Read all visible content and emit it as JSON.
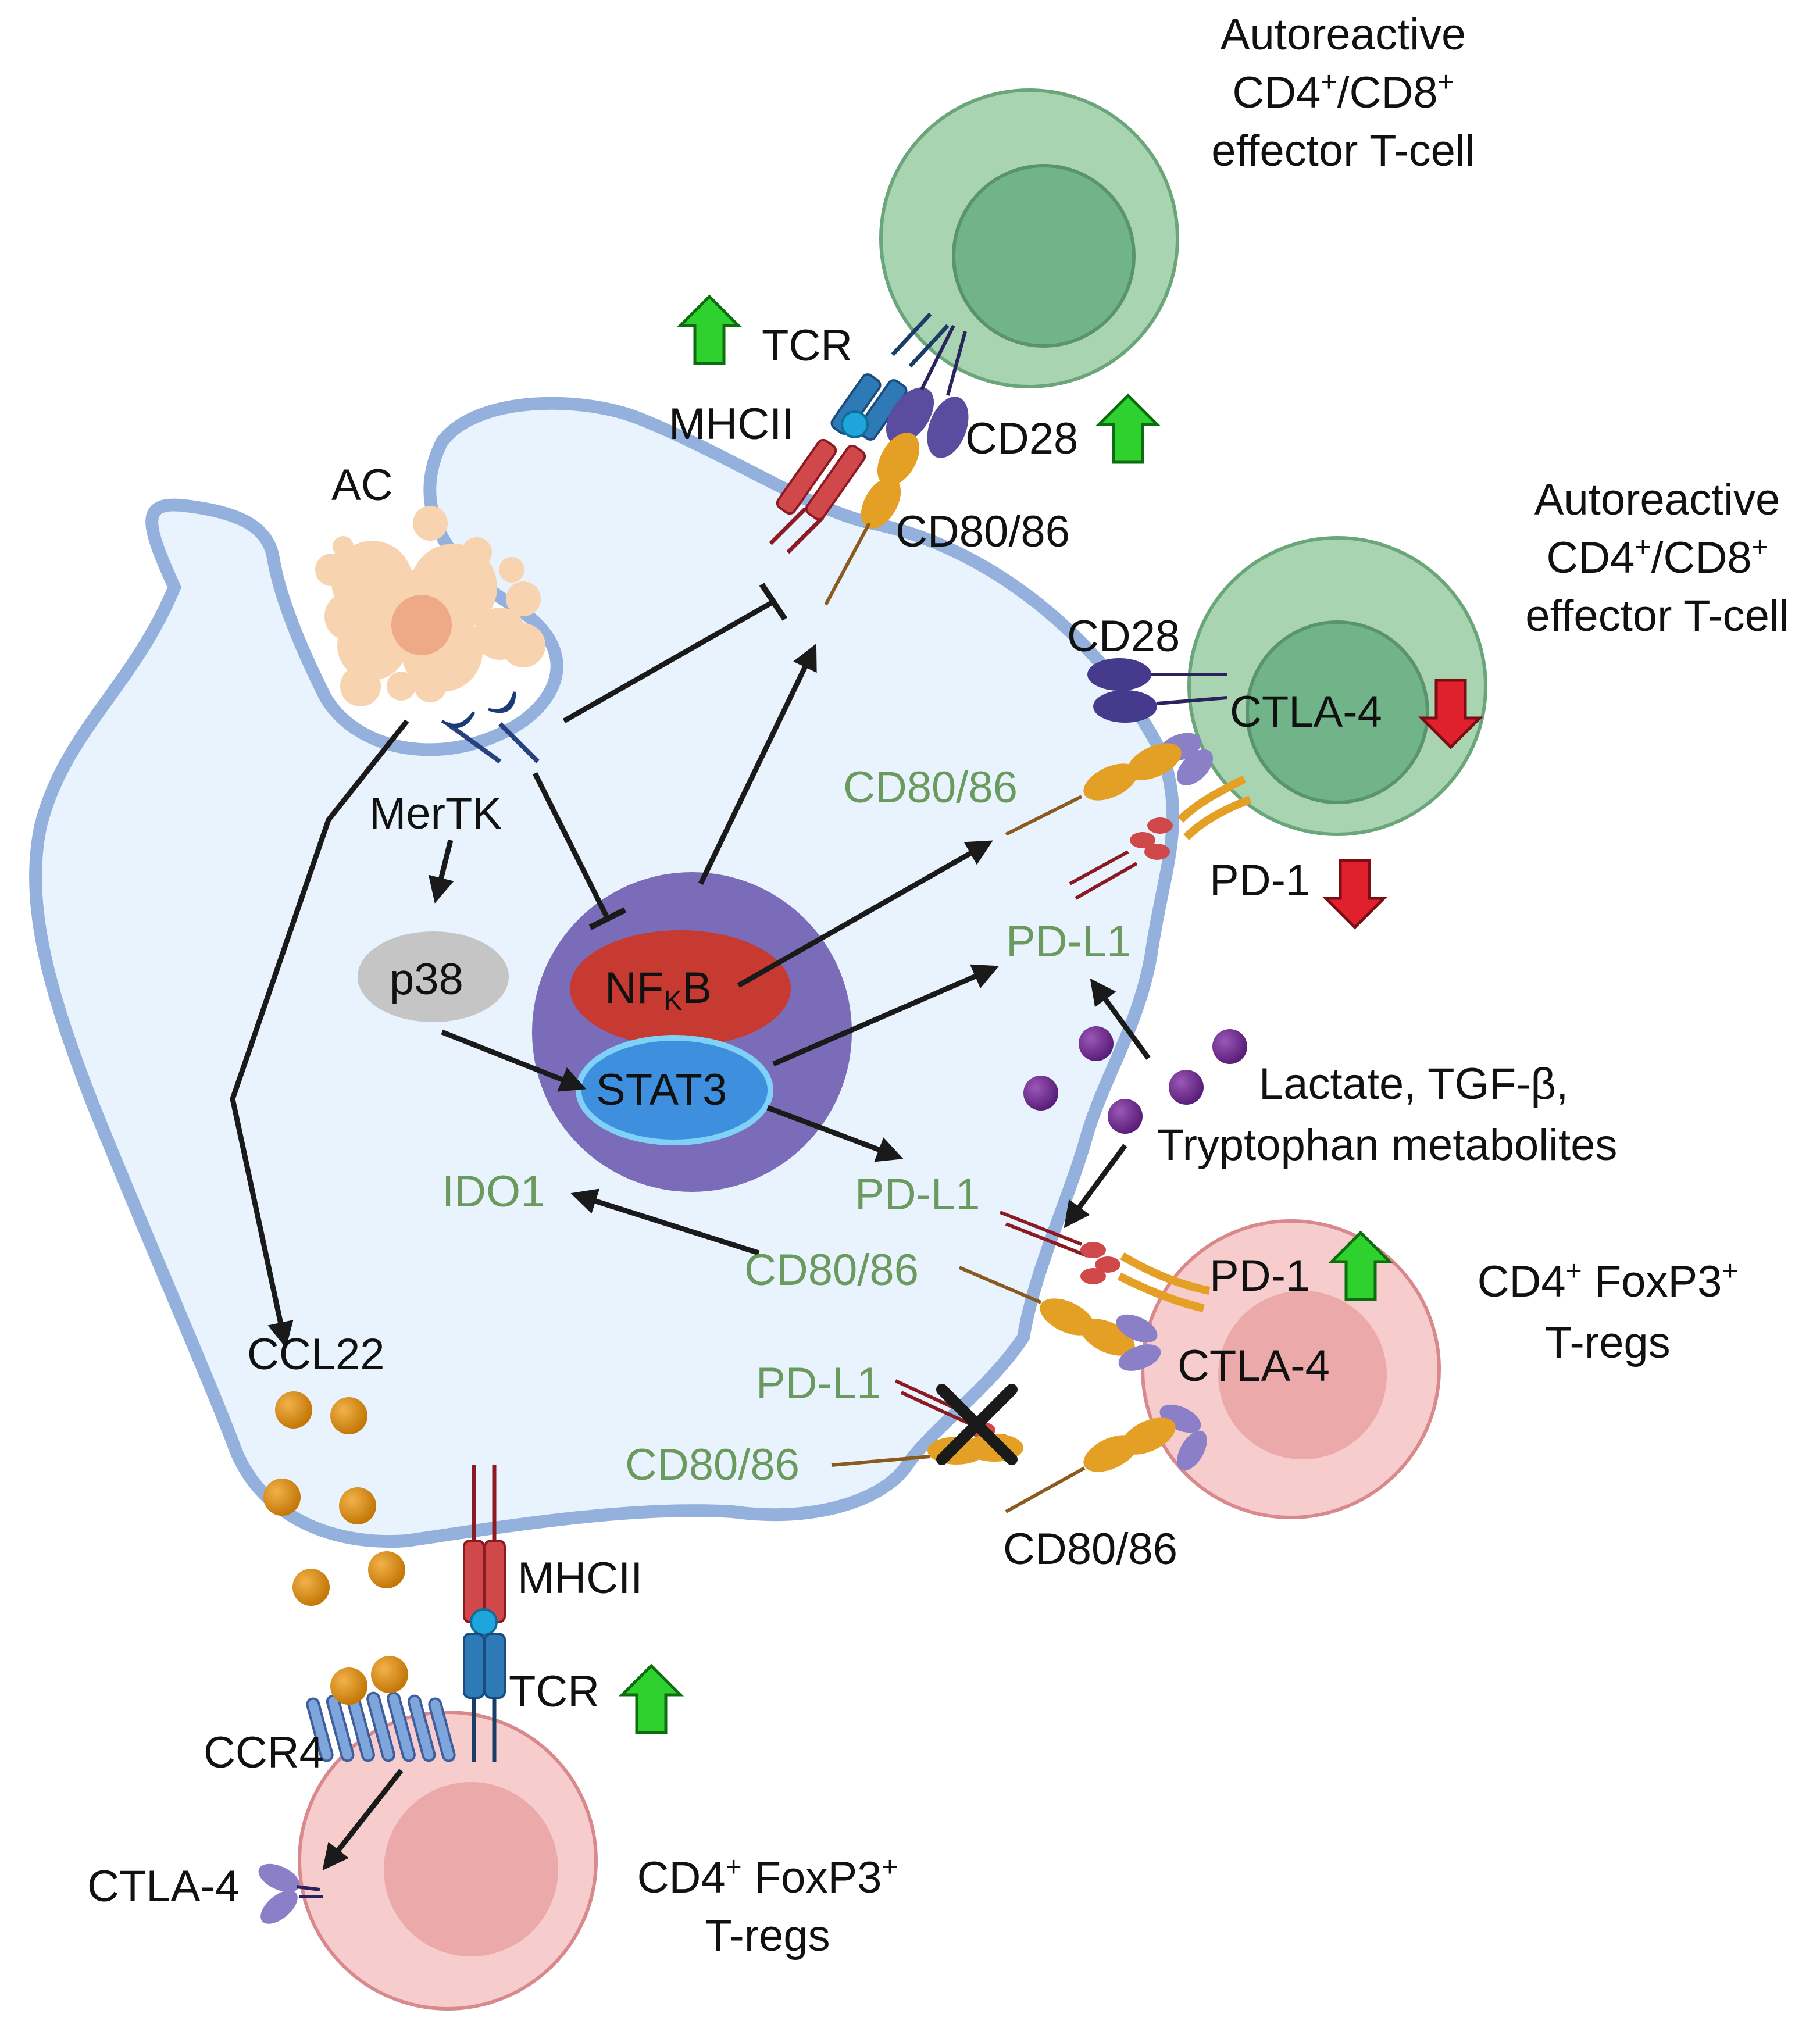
{
  "labels": {
    "ac": "AC",
    "mertk": "MerTK",
    "p38": "p38",
    "nfkb_main": "NF",
    "nfkb_sub": "K",
    "nfkb_end": "B",
    "stat3": "STAT3",
    "ido1": "IDO1",
    "ccl22": "CCL22",
    "ccr4": "CCR4",
    "mhcii_top": "MHCII",
    "mhcii_bottom": "MHCII",
    "tcr_top": "TCR",
    "tcr_bottom": "TCR",
    "cd28_top": "CD28",
    "cd28_mid": "CD28",
    "cd80_top": "CD80/86",
    "cd80_inner1": "CD80/86",
    "cd80_inner2": "CD80/86",
    "cd80_inner3": "CD80/86",
    "cd80_outer": "CD80/86",
    "ctla4_mid": "CTLA-4",
    "ctla4_treg": "CTLA-4",
    "ctla4_bottom": "CTLA-4",
    "pd1_mid": "PD-1",
    "pd1_treg": "PD-1",
    "pdl1_1": "PD-L1",
    "pdl1_2": "PD-L1",
    "pdl1_3": "PD-L1",
    "metab_1": "Lactate, TGF-β,",
    "metab_2": "Tryptophan metabolites"
  },
  "cells": {
    "effector_top": {
      "line1": "Autoreactive",
      "line2_a": "CD4",
      "sup": "+",
      "line2_b": "/CD8",
      "line3": "effector T-cell"
    },
    "effector_mid": {
      "line1": "Autoreactive",
      "line2_a": "CD4",
      "sup": "+",
      "line2_b": "/CD8",
      "line3": "effector T-cell"
    },
    "treg_right": {
      "line1_a": "CD4",
      "sup": "+",
      "line1_b": " FoxP3",
      "line2": "T-regs"
    },
    "treg_bottom": {
      "line1_a": "CD4",
      "sup": "+",
      "line1_b": " FoxP3",
      "line2": "T-regs"
    }
  },
  "colors": {
    "cell_fill": "#e8f3fd",
    "cell_border": "#93b1dc",
    "effector_outer": "#a8d4b2",
    "effector_inner": "#72b48a",
    "treg_outer": "#f7cccd",
    "treg_inner": "#eba9aa",
    "nucleus": "#7a6cb8",
    "nfkb": "#c63a32",
    "stat3": "#3e8fdd",
    "up_arrow": "#2ed12e",
    "down_arrow": "#e0202c",
    "ccl22": "#d4880c",
    "metabolite": "#6e2d8e",
    "green_text": "#6a9a5e"
  }
}
